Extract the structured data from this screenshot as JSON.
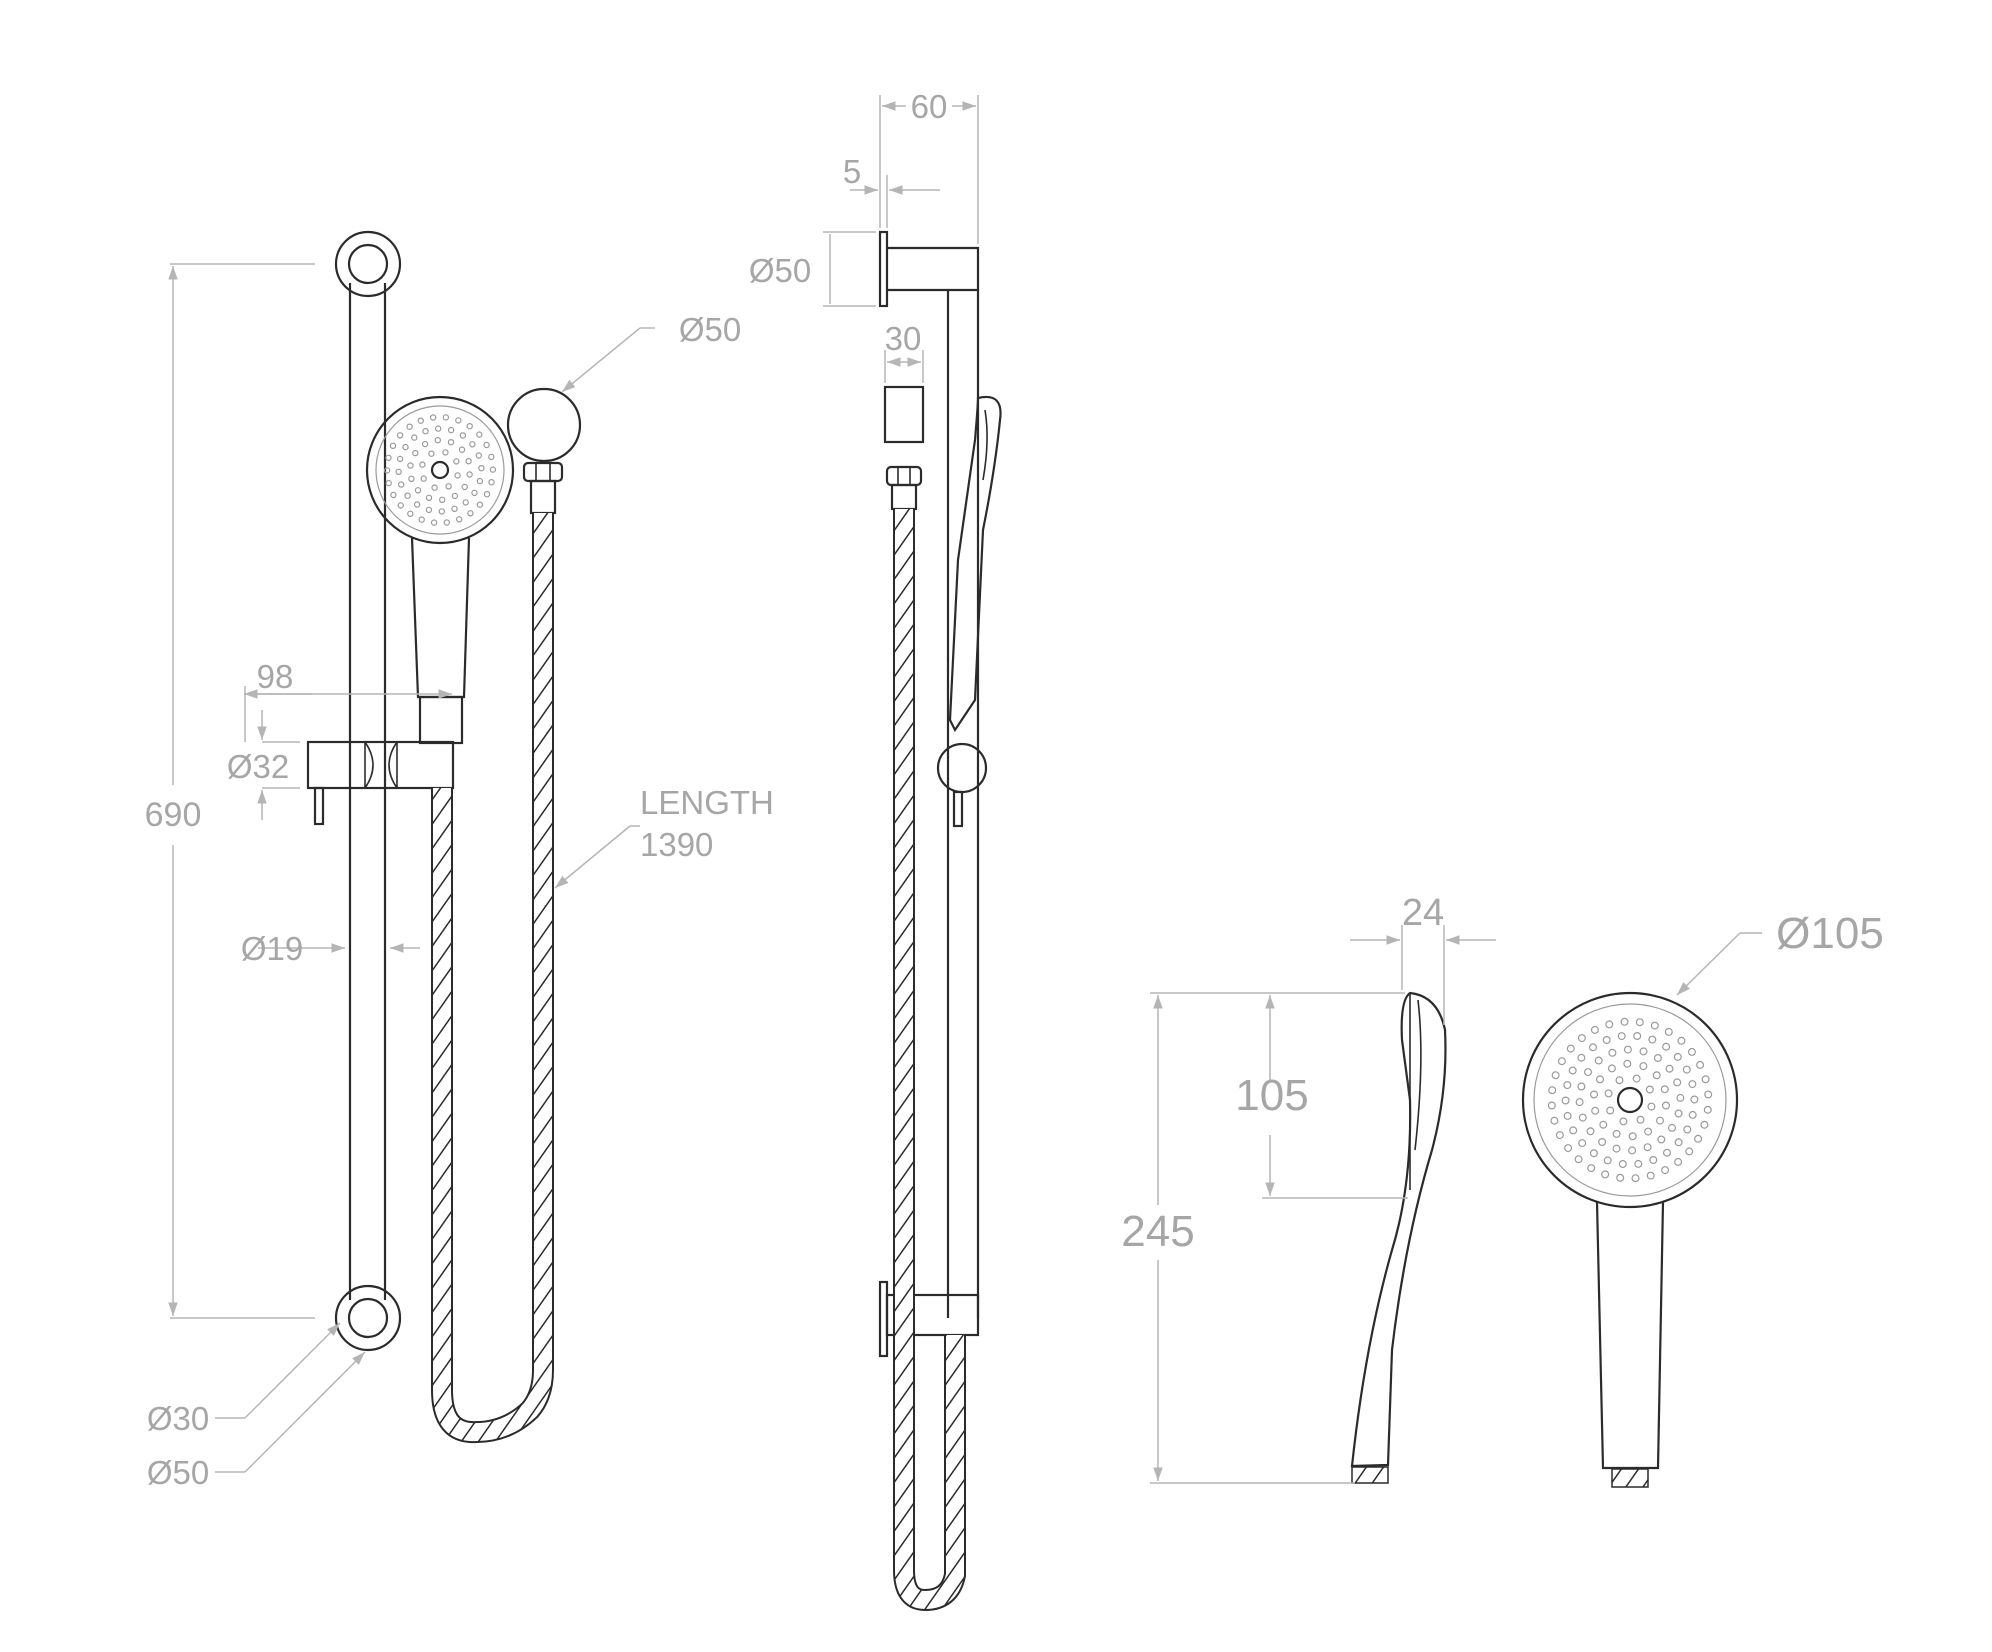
{
  "labels": {
    "front_height": "690",
    "rail_diameter": "Ø19",
    "holder_offset": "98",
    "holder_diameter": "Ø32",
    "end_diameter_small": "Ø30",
    "end_diameter_large": "Ø50",
    "elbow_diameter": "Ø50",
    "hose_length_label": "LENGTH",
    "hose_length_value": "1390",
    "side_projection": "60",
    "side_flange": "5",
    "side_flange_diameter": "Ø50",
    "side_outlet_width": "30",
    "handpiece_thickness": "24",
    "handpiece_head_height": "105",
    "handpiece_total_length": "245",
    "handpiece_head_diameter": "Ø105"
  }
}
